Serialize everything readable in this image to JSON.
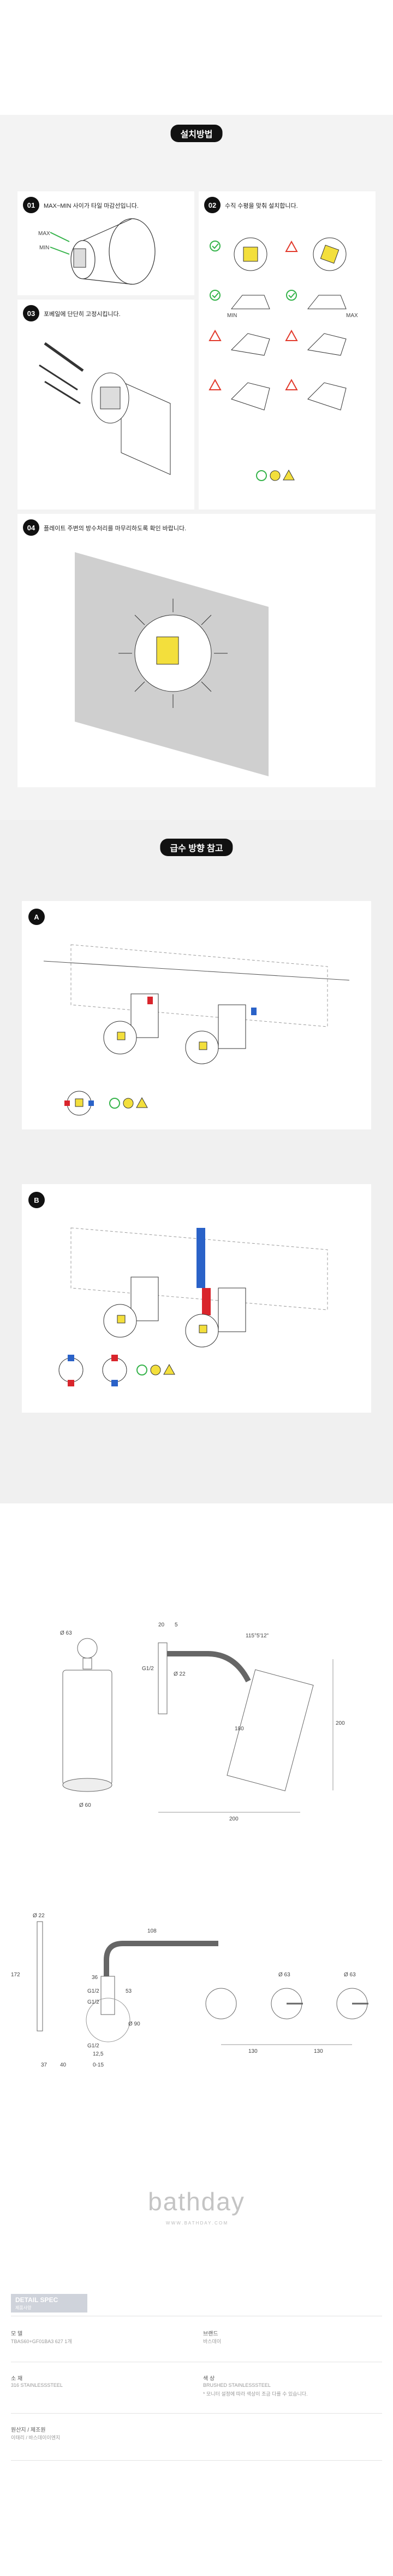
{
  "install": {
    "title": "설치방법",
    "steps": [
      {
        "num": "01",
        "text": "MAX~MIN 사이가 타일 마감선입니다."
      },
      {
        "num": "02",
        "text": "수직 수평을 맞춰 설치합니다."
      },
      {
        "num": "03",
        "text": "포베일에 단단히 고정시킵니다."
      },
      {
        "num": "04",
        "text": "플레이트 주변의 방수처리를 마무리하도록 확인 바랍니다."
      }
    ],
    "step1_labels": {
      "max": "MAX",
      "min": "MIN"
    },
    "step2_labels": {
      "min": "MIN",
      "max": "MAX"
    }
  },
  "direction": {
    "title": "급수 방향 참고",
    "sections": [
      {
        "label": "A"
      },
      {
        "label": "B"
      }
    ]
  },
  "dimensions": {
    "top_left": {
      "d63": "Ø 63",
      "d60": "Ø 60"
    },
    "top_right": {
      "a": "20",
      "b": "5",
      "d12": "G1/2",
      "d22": "Ø 22",
      "arc": "115°5'12\"",
      "h200": "200",
      "d180": "180",
      "w200": "200"
    },
    "bottom_left": {
      "d22": "Ø 22",
      "h172": "172",
      "w108": "108",
      "g12a": "G1/2",
      "g12b": "G1/2",
      "d36": "36",
      "d53": "53",
      "g12c": "G1/2",
      "w125": "12,5",
      "w37": "37",
      "w40": "40",
      "range": "0-15",
      "d90": "Ø 90"
    },
    "bottom_right": {
      "d63a": "Ø 63",
      "d63b": "Ø 63",
      "w130a": "130",
      "w130b": "130"
    }
  },
  "brand": {
    "logo": "bathday",
    "url": "W W W . B A T H D A Y . C O M"
  },
  "spec": {
    "badge": "DETAIL SPEC",
    "badge_sub": "제품사양",
    "rows": [
      [
        {
          "label": "모 델",
          "value": "TBAS60+GF01BA3 627 1개"
        },
        {
          "label": "브랜드",
          "value": "바스데이"
        }
      ],
      [
        {
          "label": "소 재",
          "value": "316 STAINLESSSTEEL"
        },
        {
          "label": "색 상",
          "value": "BRUSHED STAINLESSSTEEL"
        }
      ],
      [
        {
          "label": "원산지 / 제조원",
          "value": "이태리 / 바스데이이엔지"
        },
        {
          "label": "",
          "value": ""
        }
      ]
    ],
    "color_note": "* 모니터 설정에 따라 색상이 조금 다를 수 있습니다."
  },
  "colors": {
    "hot": "#d9252c",
    "cold": "#2a62c8",
    "yellow": "#f3df3c",
    "check": "#35b34a",
    "warn": "#e23a2c"
  }
}
